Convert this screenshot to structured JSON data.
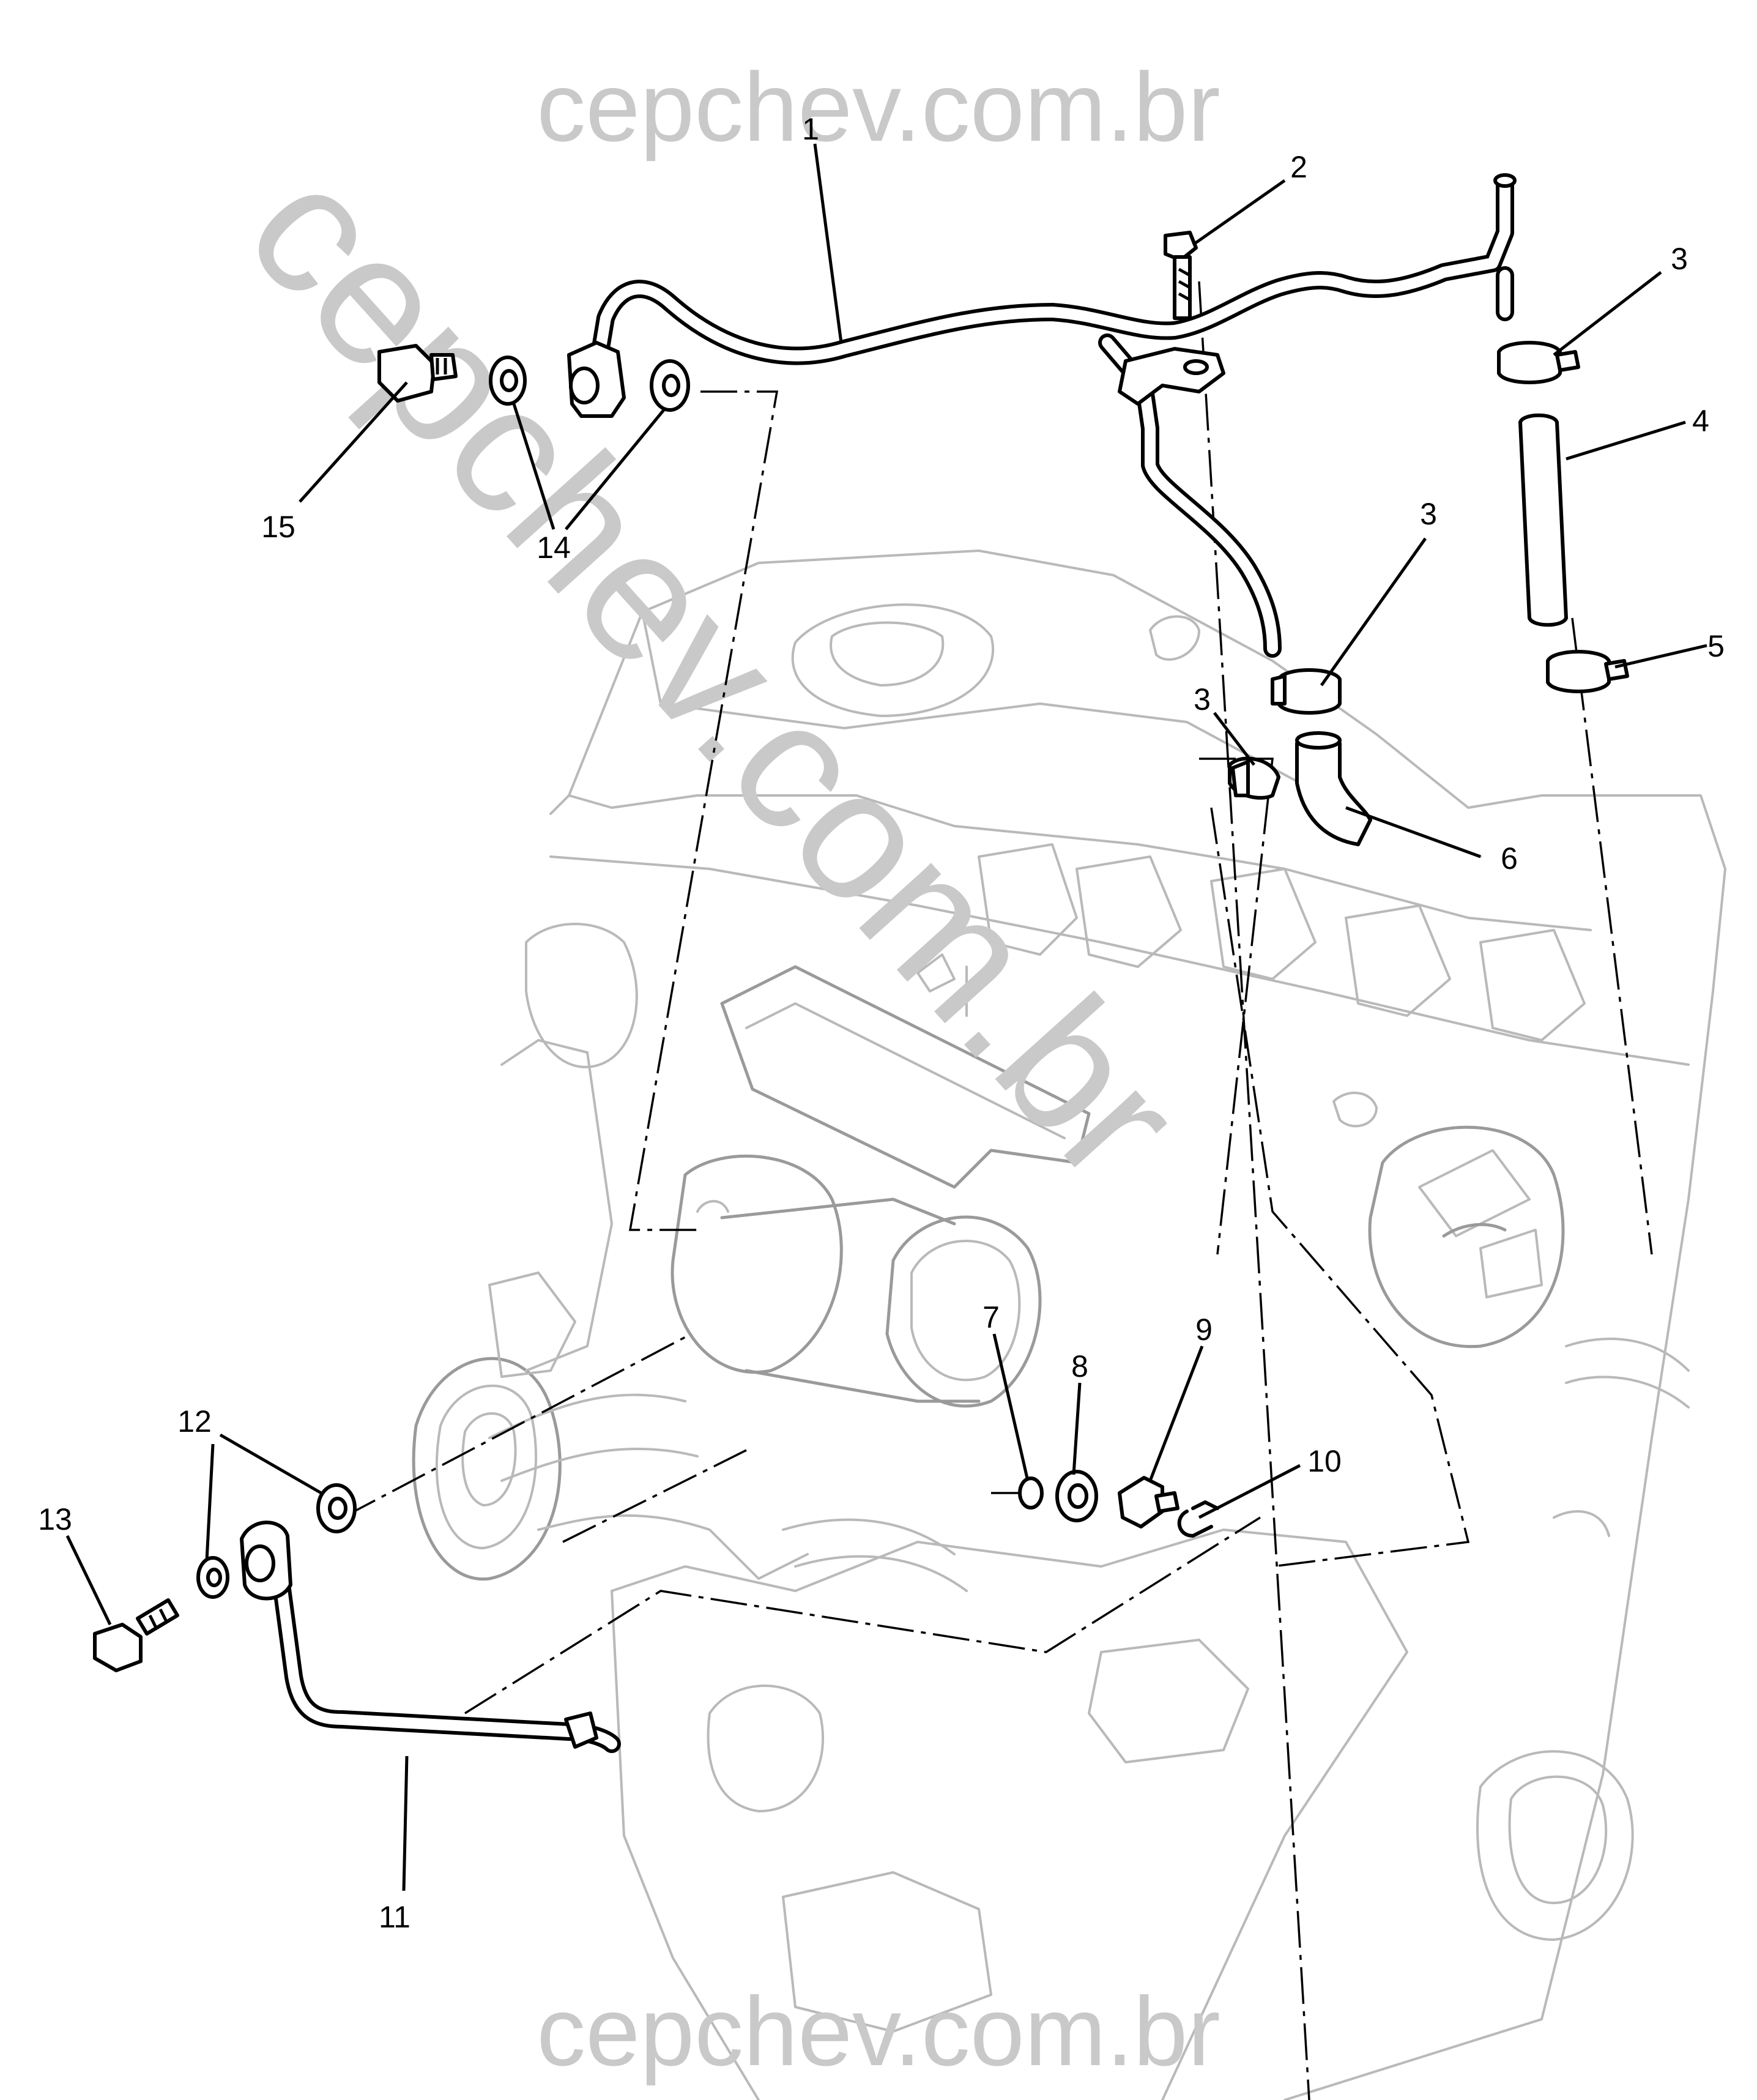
{
  "watermark": {
    "top": "cepchev.com.br",
    "bottom": "cepchev.com.br",
    "diagonal": "cepchev.com.br"
  },
  "callouts": [
    {
      "id": "c1",
      "label": "1"
    },
    {
      "id": "c2",
      "label": "2"
    },
    {
      "id": "c3a",
      "label": "3"
    },
    {
      "id": "c4",
      "label": "4"
    },
    {
      "id": "c3b",
      "label": "3"
    },
    {
      "id": "c5",
      "label": "5"
    },
    {
      "id": "c3c",
      "label": "3"
    },
    {
      "id": "c6",
      "label": "6"
    },
    {
      "id": "c15",
      "label": "15"
    },
    {
      "id": "c14",
      "label": "14"
    },
    {
      "id": "c7",
      "label": "7"
    },
    {
      "id": "c8",
      "label": "8"
    },
    {
      "id": "c9",
      "label": "9"
    },
    {
      "id": "c10",
      "label": "10"
    },
    {
      "id": "c12",
      "label": "12"
    },
    {
      "id": "c13",
      "label": "13"
    },
    {
      "id": "c11",
      "label": "11"
    }
  ],
  "colors": {
    "background": "#ffffff",
    "linework": "#000000",
    "engine_linework": "#b9b9b9",
    "watermark": "#c9c9c9"
  }
}
